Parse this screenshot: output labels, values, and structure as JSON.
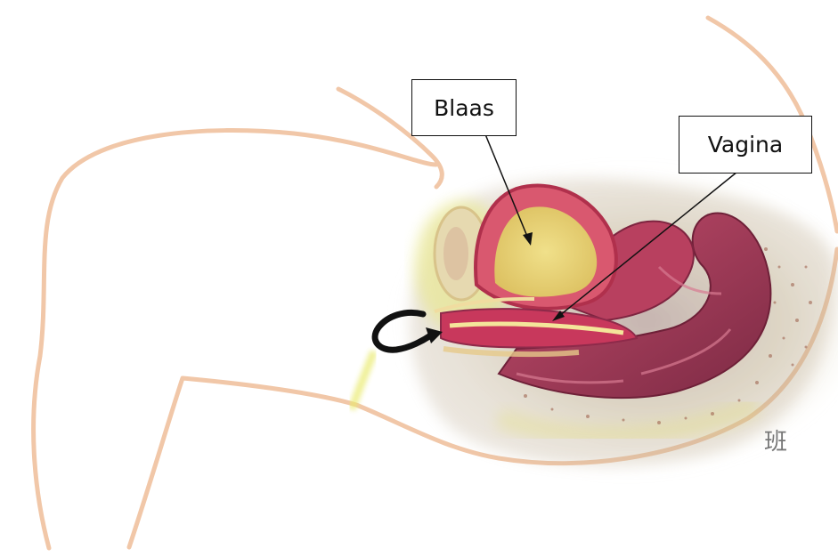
{
  "diagram": {
    "labels": {
      "bladder": "Blaas",
      "vagina": "Vagina"
    },
    "signature_mark": "班"
  },
  "colors": {
    "outline": "#f1c7a8",
    "tissue_red": "#c8385c",
    "tissue_dark": "#8e2a4a",
    "bladder_fill": "#e9d77a",
    "halo_yellow": "#e9ea6c",
    "arrow": "#111111"
  }
}
